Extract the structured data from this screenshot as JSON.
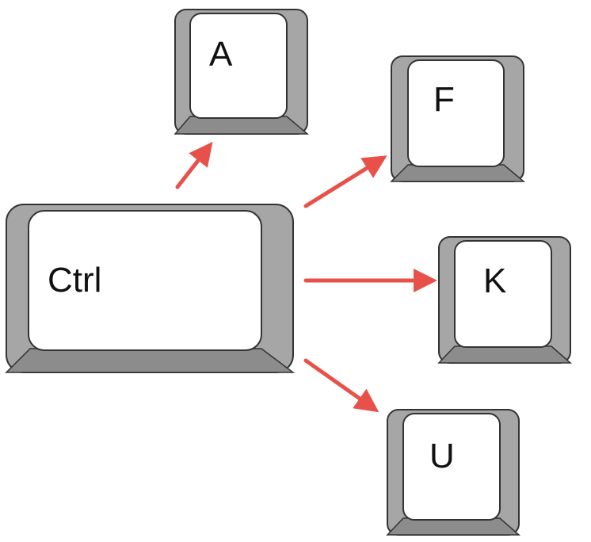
{
  "colors": {
    "key_outer": "#a6a6a6",
    "key_shadow": "#8c8c8c",
    "key_top": "#ffffff",
    "outline": "#333333",
    "arrow": "#e8514a"
  },
  "modifier_key": {
    "label": "Ctrl"
  },
  "target_keys": [
    {
      "label": "A"
    },
    {
      "label": "F"
    },
    {
      "label": "K"
    },
    {
      "label": "U"
    }
  ]
}
